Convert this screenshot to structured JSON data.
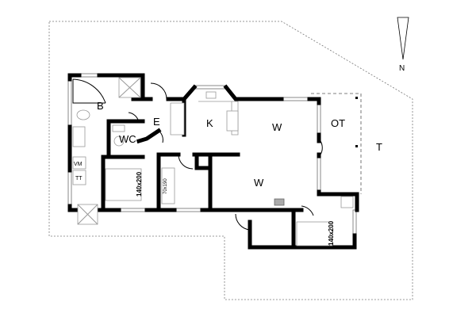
{
  "plan": {
    "compass": {
      "label": "N"
    },
    "rooms": {
      "bathroom": "B",
      "entrance": "E",
      "kitchen": "K",
      "toilet": "WC",
      "living_top": "W",
      "living_bottom": "W",
      "covered_terrace": "OT",
      "terrace": "T",
      "washing_machine": "VM",
      "tumble_dryer": "TT"
    },
    "beds": {
      "bedroom1": "140x200",
      "bedroom2": "70x190",
      "bedroom3": "140x200"
    }
  }
}
